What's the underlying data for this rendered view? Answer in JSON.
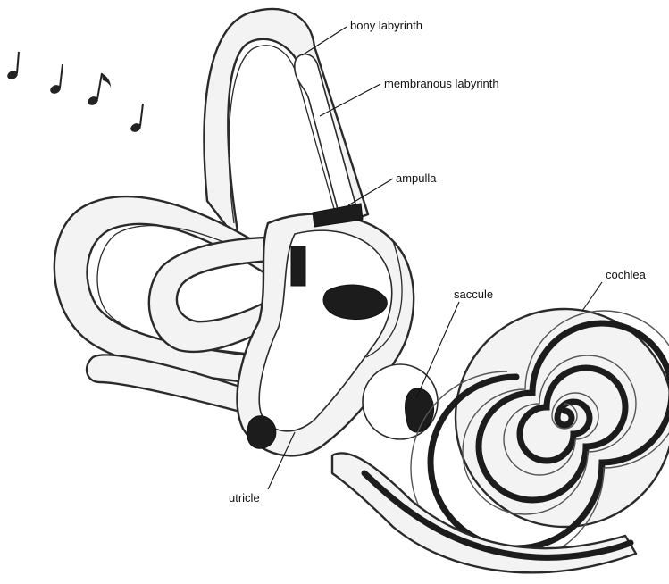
{
  "labels": {
    "bony_labyrinth": "bony labyrinth",
    "membranous_labyrinth": "membranous labyrinth",
    "ampulla": "ampulla",
    "cochlea": "cochlea",
    "saccule": "saccule",
    "utricle": "utricle"
  },
  "icons": {
    "notes": [
      "quarter-note-icon",
      "quarter-note-icon",
      "eighth-note-icon",
      "quarter-note-icon"
    ]
  },
  "colors": {
    "outline": "#2a2a2a",
    "bone_fill": "#f3f3f3",
    "sensory_dark": "#1c1c1c",
    "stipple": "#8a8a8a"
  }
}
